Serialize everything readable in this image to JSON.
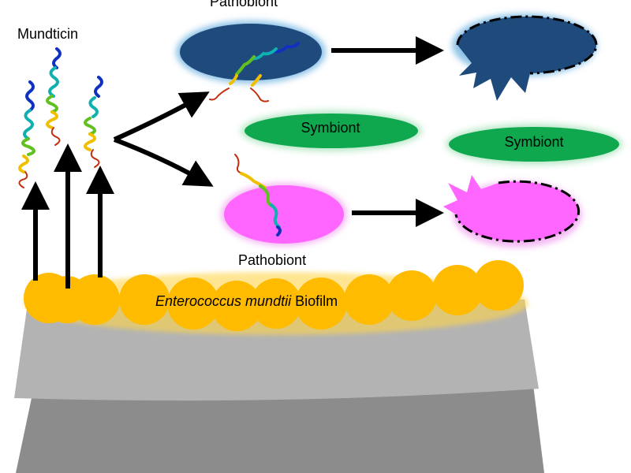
{
  "labels": {
    "mundticin": "Mundticin",
    "pathobiont_top": "Pathobiont",
    "pathobiont_bottom": "Pathobiont",
    "symbiont_1": "Symbiont",
    "symbiont_2": "Symbiont",
    "biofilm_species": "Enterococcus mundtii",
    "biofilm_word": " Biofilm"
  },
  "colors": {
    "pathobiont_blue": "#1f4a7c",
    "pathobiont_blue_glow": "#8fc4e8",
    "pathobiont_pink": "#ff66ff",
    "pathobiont_pink_glow": "#f4b8f4",
    "symbiont_green": "#0fa84e",
    "symbiont_glow": "#b8e8c8",
    "biofilm_yellow": "#ffbb00",
    "tissue_light": "#b3b3b3",
    "tissue_dark": "#8c8c8c",
    "arrow": "#000000"
  }
}
